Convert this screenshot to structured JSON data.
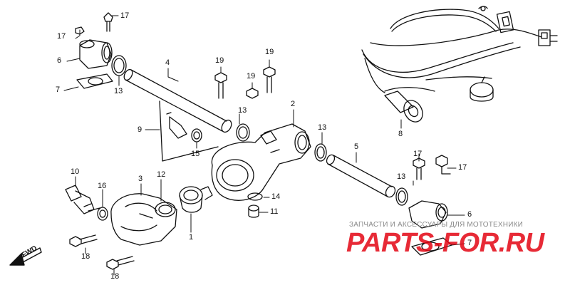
{
  "diagram": {
    "callouts": [
      {
        "id": "c17a",
        "text": "17"
      },
      {
        "id": "c17b",
        "text": "17"
      },
      {
        "id": "c6a",
        "text": "6"
      },
      {
        "id": "c7a",
        "text": "7"
      },
      {
        "id": "c13a",
        "text": "13"
      },
      {
        "id": "c4",
        "text": "4"
      },
      {
        "id": "c19a",
        "text": "19"
      },
      {
        "id": "c19b",
        "text": "19"
      },
      {
        "id": "c19c",
        "text": "19"
      },
      {
        "id": "c13b",
        "text": "13"
      },
      {
        "id": "c2",
        "text": "2"
      },
      {
        "id": "c9",
        "text": "9"
      },
      {
        "id": "c15",
        "text": "15"
      },
      {
        "id": "c13c",
        "text": "13"
      },
      {
        "id": "c5",
        "text": "5"
      },
      {
        "id": "c8",
        "text": "8"
      },
      {
        "id": "c10",
        "text": "10"
      },
      {
        "id": "c3",
        "text": "3"
      },
      {
        "id": "c12",
        "text": "12"
      },
      {
        "id": "c16",
        "text": "16"
      },
      {
        "id": "c14",
        "text": "14"
      },
      {
        "id": "c11",
        "text": "11"
      },
      {
        "id": "c1",
        "text": "1"
      },
      {
        "id": "c17c",
        "text": "17"
      },
      {
        "id": "c17d",
        "text": "17"
      },
      {
        "id": "c13d",
        "text": "13"
      },
      {
        "id": "c6b",
        "text": "6"
      },
      {
        "id": "c7b",
        "text": "7"
      },
      {
        "id": "c18a",
        "text": "18"
      },
      {
        "id": "c18b",
        "text": "18"
      }
    ],
    "fwd_label": "FWD"
  },
  "watermark": {
    "text": "ЗАПЧАСТИ И АКСЕССУАРЫ ДЛЯ МОТОТЕХНИКИ",
    "brand": "PARTS-FOR.RU",
    "brand_color": "#e30613"
  }
}
